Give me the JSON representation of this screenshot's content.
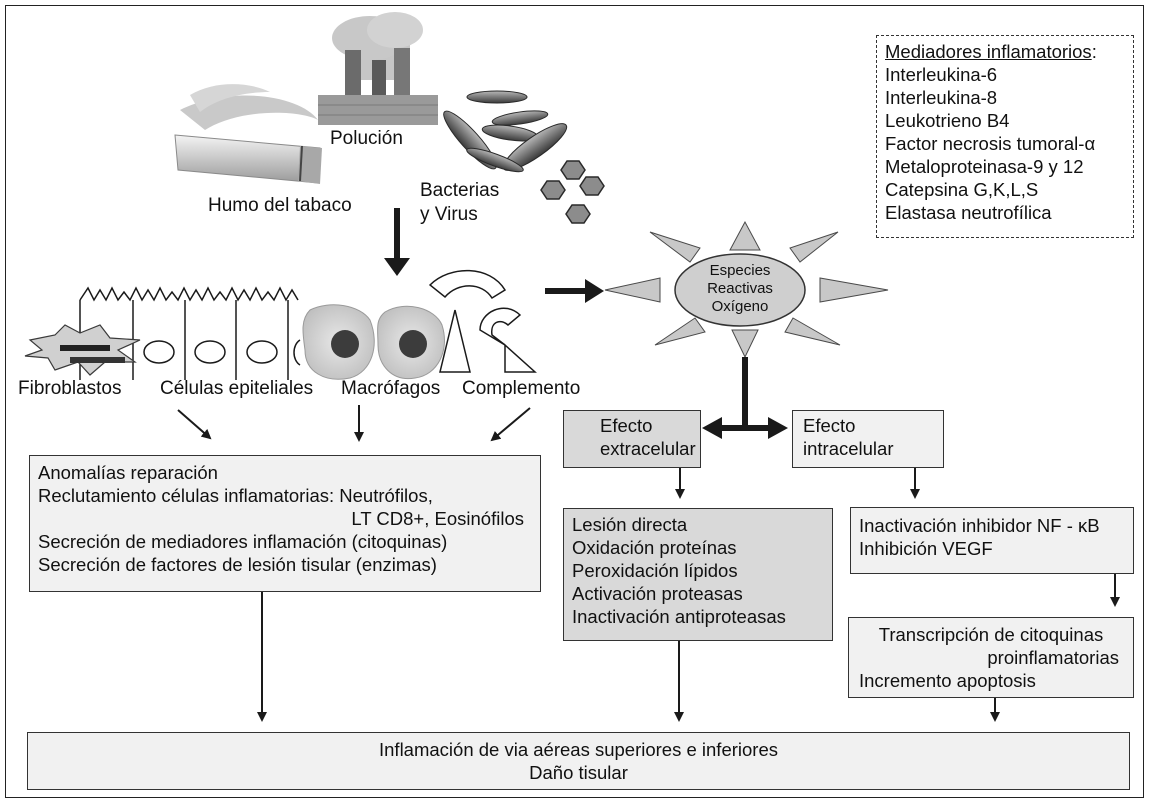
{
  "sources": {
    "pollution": "Polución",
    "tobacco": "Humo del tabaco",
    "bacteria_line1": "Bacterias",
    "bacteria_line2": "y Virus"
  },
  "mediators": {
    "title": "Mediadores inflamatorios",
    "title_suffix": ":",
    "items": [
      "Interleukina-6",
      "Interleukina-8",
      "Leukotrieno B4",
      "Factor necrosis tumoral-α",
      "Metaloproteinasa-9 y 12",
      "Catepsina G,K,L,S",
      "Elastasa neutrofílica"
    ]
  },
  "cells": {
    "fibroblasts": "Fibroblastos",
    "epithelial": "Células epiteliales",
    "macrophages": "Macrófagos",
    "complement": "Complemento"
  },
  "ros": {
    "line1": "Especies",
    "line2": "Reactivas",
    "line3": "Oxígeno"
  },
  "effects": {
    "extracellular_line1": "Efecto",
    "extracellular_line2": "extracelular",
    "intracellular_line1": "Efecto",
    "intracellular_line2": "intracelular"
  },
  "left_box": {
    "lines": [
      "Anomalías reparación",
      "Reclutamiento células inflamatorias: Neutrófilos,",
      "LT CD8+, Eosinófilos",
      "Secreción de mediadores inflamación (citoquinas)",
      "Secreción de factores de lesión tisular (enzimas)"
    ]
  },
  "middle_box": {
    "lines": [
      "Lesión directa",
      "Oxidación proteínas",
      "Peroxidación lípidos",
      "Activación proteasas",
      "Inactivación antiproteasas"
    ]
  },
  "intra_box": {
    "lines": [
      "Inactivación inhibidor NF - κB",
      "Inhibición VEGF"
    ]
  },
  "transcription_box": {
    "lines": [
      "Transcripción de citoquinas",
      "proinflamatorias",
      "Incremento apoptosis"
    ]
  },
  "bottom_box": {
    "line1": "Inflamación de via aéreas superiores e inferiores",
    "line2": "Daño tisular"
  },
  "colors": {
    "light_box": "#f1f1f1",
    "shaded_box": "#d9d9d9",
    "arrow": "#1a1a1a"
  }
}
